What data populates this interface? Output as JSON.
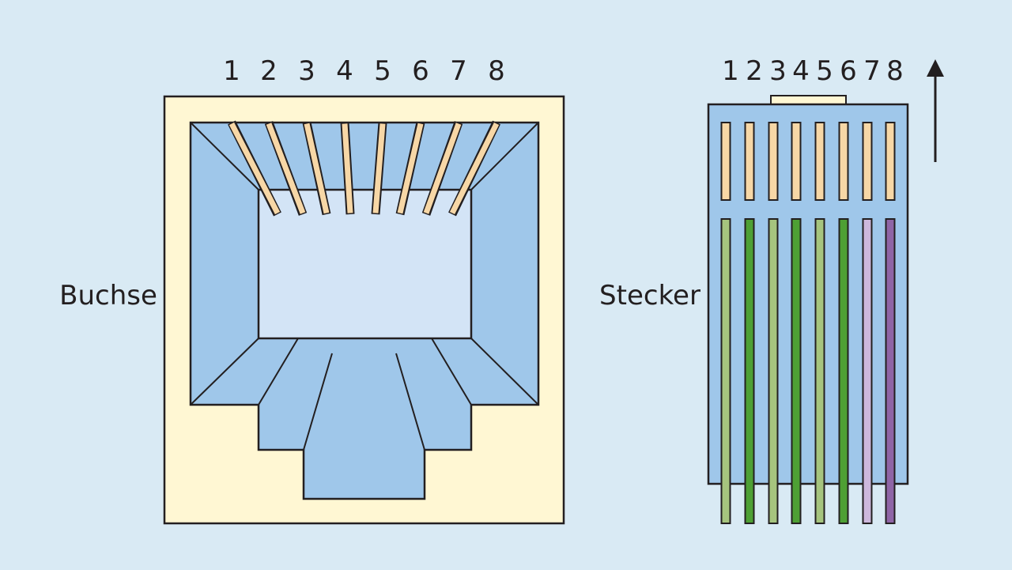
{
  "socket": {
    "label": "Buchse",
    "pin_numbers": [
      "1",
      "2",
      "3",
      "4",
      "5",
      "6",
      "7",
      "8"
    ]
  },
  "plug": {
    "label": "Stecker",
    "pin_numbers": [
      "1",
      "2",
      "3",
      "4",
      "5",
      "6",
      "7",
      "8"
    ],
    "wire_colors": [
      "#a6c47e",
      "#4ea034",
      "#a6c47e",
      "#4ea034",
      "#a6c47e",
      "#4ea034",
      "#cdb8dc",
      "#8f65a6"
    ],
    "arrow": "up-arrow"
  },
  "colors": {
    "background": "#d9eaf4",
    "housing": "#fff7d3",
    "body_blue": "#9fc7ea",
    "cavity": "#d3e4f6",
    "contact": "#f7d7a6",
    "outline": "#231f20"
  }
}
